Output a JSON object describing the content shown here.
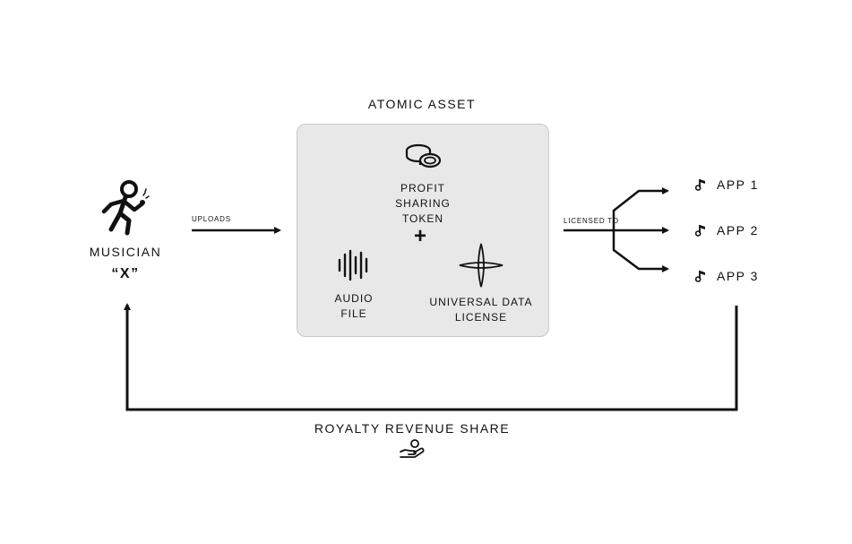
{
  "asset": {
    "title": "ATOMIC ASSET",
    "profit_token_line1": "PROFIT",
    "profit_token_line2": "SHARING TOKEN",
    "plus": "+",
    "audio_line1": "AUDIO",
    "audio_line2": "FILE",
    "license_line1": "UNIVERSAL DATA",
    "license_line2": "LICENSE"
  },
  "musician": {
    "label": "MUSICIAN",
    "name": "“X”"
  },
  "flow": {
    "uploads": "UPLOADS",
    "licensed_to": "LICENSED TO",
    "royalty": "ROYALTY REVENUE SHARE"
  },
  "apps": [
    {
      "label": "APP 1",
      "icon": "music-note-icon"
    },
    {
      "label": "APP 2",
      "icon": "music-note-icon"
    },
    {
      "label": "APP 3",
      "icon": "music-note-icon"
    }
  ]
}
